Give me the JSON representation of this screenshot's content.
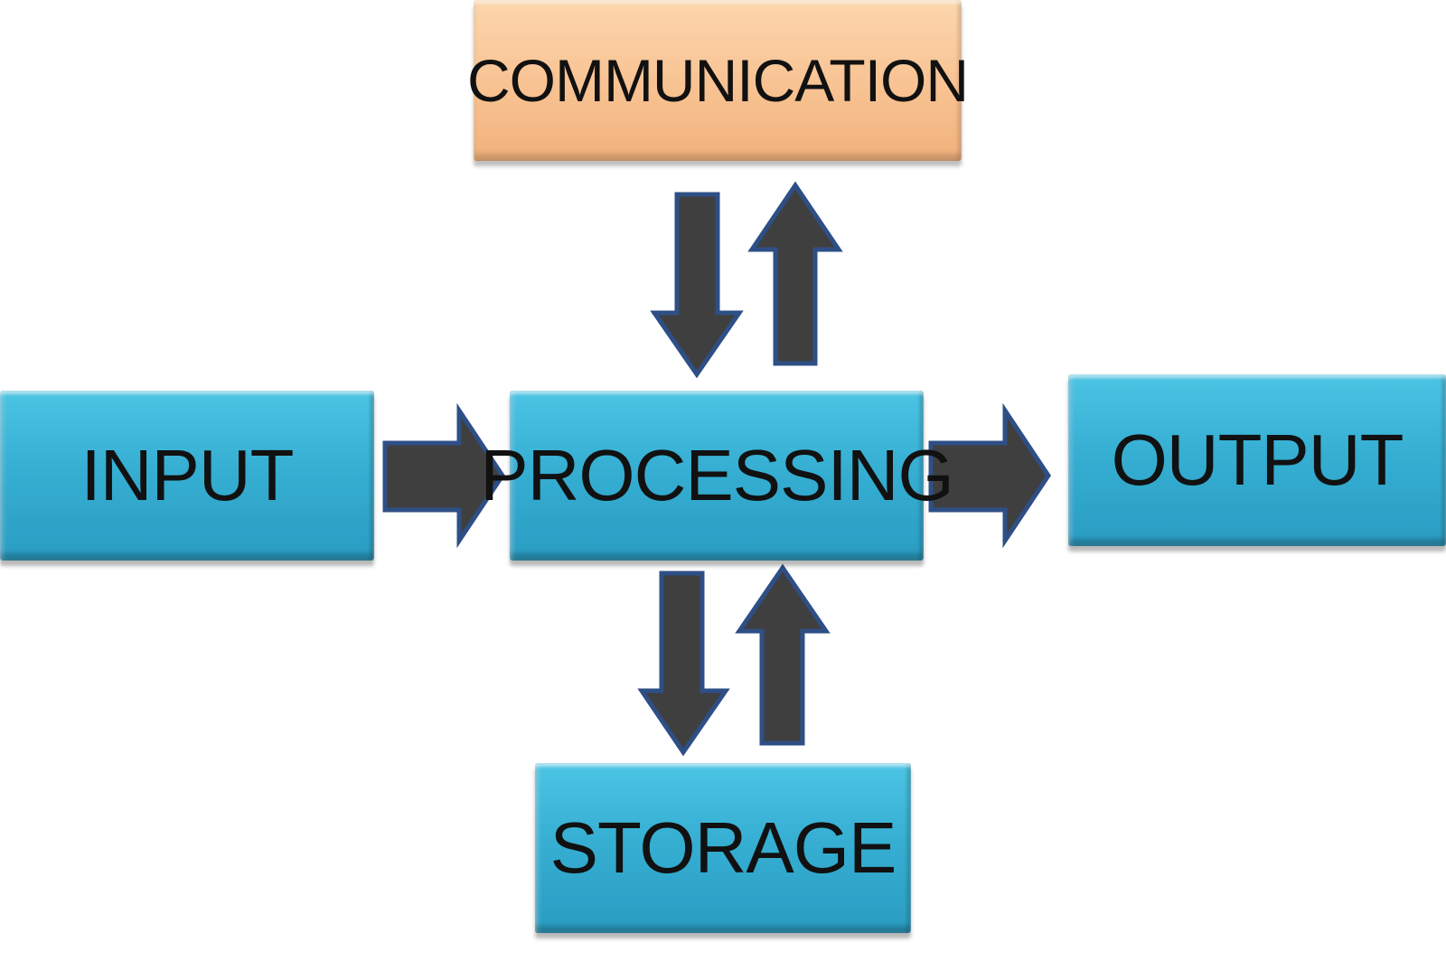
{
  "colors": {
    "box_fill": "#36afd3",
    "communication_fill": "#f8c292",
    "arrow_fill": "#3f3f3f",
    "arrow_stroke": "#2e4f86",
    "text": "#111111"
  },
  "nodes": {
    "communication": "COMMUNICATION",
    "input": "INPUT",
    "processing": "PROCESSING",
    "output": "OUTPUT",
    "storage": "STORAGE"
  },
  "edges": [
    {
      "from": "INPUT",
      "to": "PROCESSING"
    },
    {
      "from": "PROCESSING",
      "to": "OUTPUT"
    },
    {
      "from": "COMMUNICATION",
      "to": "PROCESSING"
    },
    {
      "from": "PROCESSING",
      "to": "COMMUNICATION"
    },
    {
      "from": "PROCESSING",
      "to": "STORAGE"
    },
    {
      "from": "STORAGE",
      "to": "PROCESSING"
    }
  ]
}
